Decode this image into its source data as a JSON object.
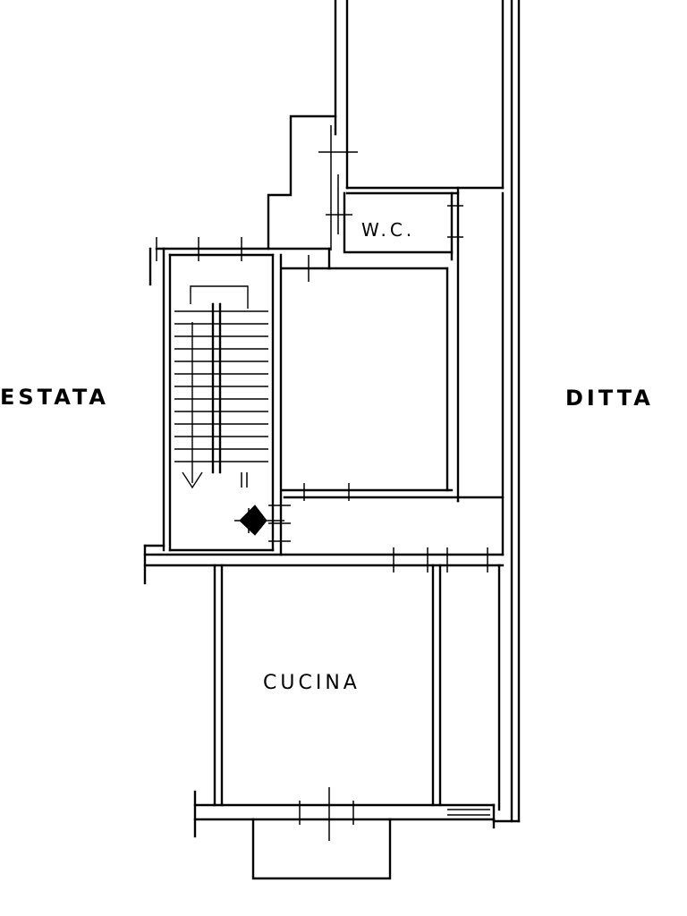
{
  "labels": {
    "left": "ESTATA",
    "right": "DITTA",
    "wc": "W.C.",
    "kitchen": "CUCINA"
  }
}
